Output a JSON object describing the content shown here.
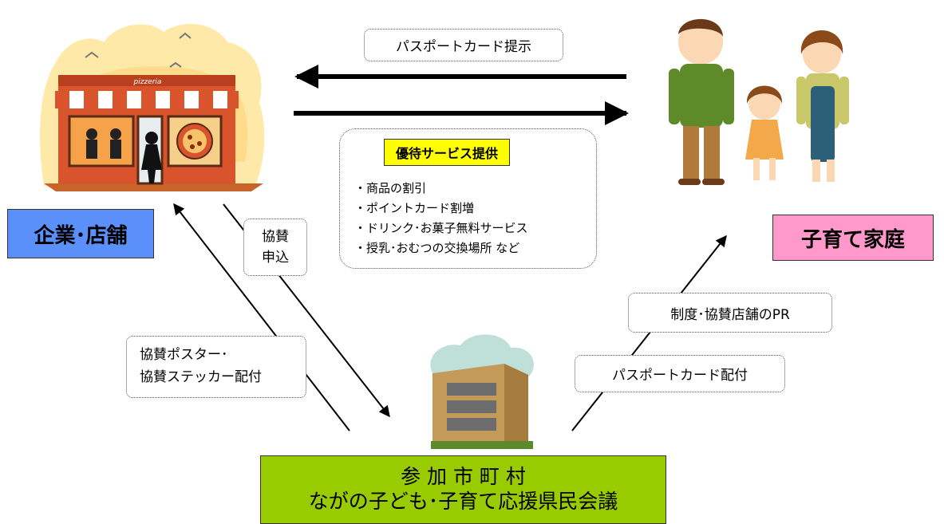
{
  "top_arrow_label": "パスポートカード提示",
  "service_box": {
    "title": "優待サービス提供",
    "items": [
      "・商品の割引",
      "・ポイントカード割増",
      "・ドリンク･お菓子無料サービス",
      "・授乳･おむつの交換場所 など"
    ]
  },
  "store_box": {
    "label": "企業･店舗",
    "color": "#5b8ff9"
  },
  "family_box": {
    "label": "子育て家庭",
    "color": "#ff99cc"
  },
  "application_label": {
    "line1": "協賛",
    "line2": "申込"
  },
  "poster_label": {
    "line1": "協賛ポスター･",
    "line2": "協賛ステッカー配付"
  },
  "pr_label": "制度･協賛店舗のPR",
  "card_dist_label": "パスポートカード配付",
  "bottom_box": {
    "line1": "参 加 市 町 村",
    "line2": "ながの子ども･子育て応援県民会議",
    "color": "#99cc00"
  },
  "store_sign": "pizzeria"
}
